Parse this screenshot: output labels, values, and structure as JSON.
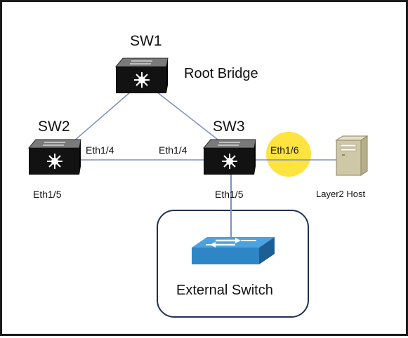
{
  "colors": {
    "link": "#7f8fc2",
    "device_body": "#121212",
    "device_top": "#7a7a7a",
    "highlight": "#ffe02a",
    "external_switch": "#2f86c6",
    "host_body": "#cfc8a6",
    "box_border": "#1f2f5a"
  },
  "devices": {
    "sw1": {
      "name": "SW1",
      "role": "Root Bridge",
      "icon": "multilayer-switch-icon"
    },
    "sw2": {
      "name": "SW2",
      "icon": "multilayer-switch-icon"
    },
    "sw3": {
      "name": "SW3",
      "icon": "multilayer-switch-icon"
    },
    "host": {
      "name": "Layer2 Host",
      "icon": "server-icon"
    },
    "external_switch": {
      "name": "External Switch",
      "icon": "switch-icon"
    }
  },
  "ports": {
    "sw2_eth1_4": "Eth1/4",
    "sw3_eth1_4": "Eth1/4",
    "sw3_eth1_6": "Eth1/6",
    "sw2_eth1_5": "Eth1/5",
    "sw3_eth1_5": "Eth1/5"
  },
  "links": [
    {
      "from": "SW1",
      "to": "SW2"
    },
    {
      "from": "SW1",
      "to": "SW3"
    },
    {
      "from": "SW2",
      "to": "SW3"
    },
    {
      "from": "SW3",
      "to": "Layer2 Host"
    },
    {
      "from": "SW3",
      "to": "External Switch"
    }
  ]
}
